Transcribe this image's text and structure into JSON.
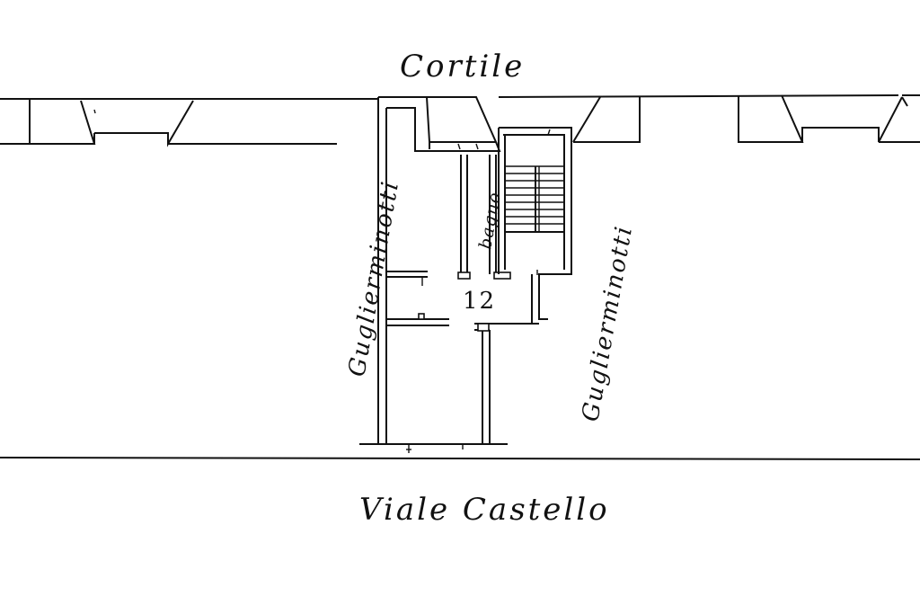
{
  "labels": {
    "courtyard": "Cortile",
    "street": "Viale Castello",
    "neighbor_left": "Guglierminotti",
    "neighbor_right": "Guglierminotti",
    "bathroom": "bagno",
    "unit_number": "12"
  },
  "colors": {
    "ink": "#111111",
    "paper": "#ffffff"
  }
}
